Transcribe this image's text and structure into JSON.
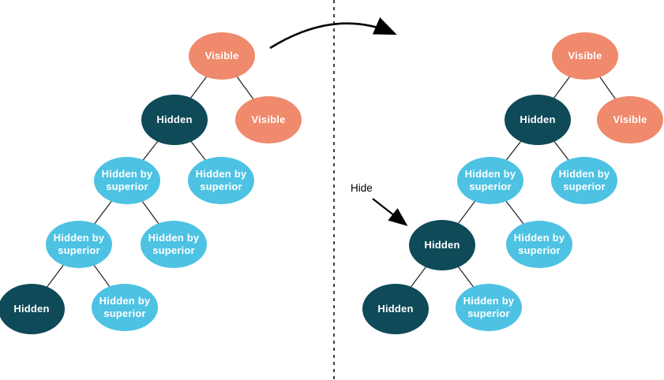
{
  "colors": {
    "background": "#ffffff",
    "visible_node": "#ef8a6c",
    "hidden_node": "#0e4a58",
    "hidden_by_superior_node": "#4dc2e3",
    "node_text": "#ffffff",
    "edge": "#1c1c1c",
    "arrow": "#000000"
  },
  "annotations": {
    "hide_label": "Hide"
  },
  "trees": {
    "left": {
      "nodes": [
        {
          "label": "Visible",
          "state": "visible"
        },
        {
          "label": "Hidden",
          "state": "hidden"
        },
        {
          "label": "Visible",
          "state": "visible"
        },
        {
          "label": "Hidden by superior",
          "state": "hidden-by-superior"
        },
        {
          "label": "Hidden by superior",
          "state": "hidden-by-superior"
        },
        {
          "label": "Hidden by superior",
          "state": "hidden-by-superior"
        },
        {
          "label": "Hidden by superior",
          "state": "hidden-by-superior"
        },
        {
          "label": "Hidden",
          "state": "hidden"
        },
        {
          "label": "Hidden by superior",
          "state": "hidden-by-superior"
        }
      ]
    },
    "right": {
      "nodes": [
        {
          "label": "Visible",
          "state": "visible"
        },
        {
          "label": "Hidden",
          "state": "hidden"
        },
        {
          "label": "Visible",
          "state": "visible"
        },
        {
          "label": "Hidden by superior",
          "state": "hidden-by-superior"
        },
        {
          "label": "Hidden by superior",
          "state": "hidden-by-superior"
        },
        {
          "label": "Hidden",
          "state": "hidden"
        },
        {
          "label": "Hidden by superior",
          "state": "hidden-by-superior"
        },
        {
          "label": "Hidden",
          "state": "hidden"
        },
        {
          "label": "Hidden by superior",
          "state": "hidden-by-superior"
        }
      ]
    }
  }
}
